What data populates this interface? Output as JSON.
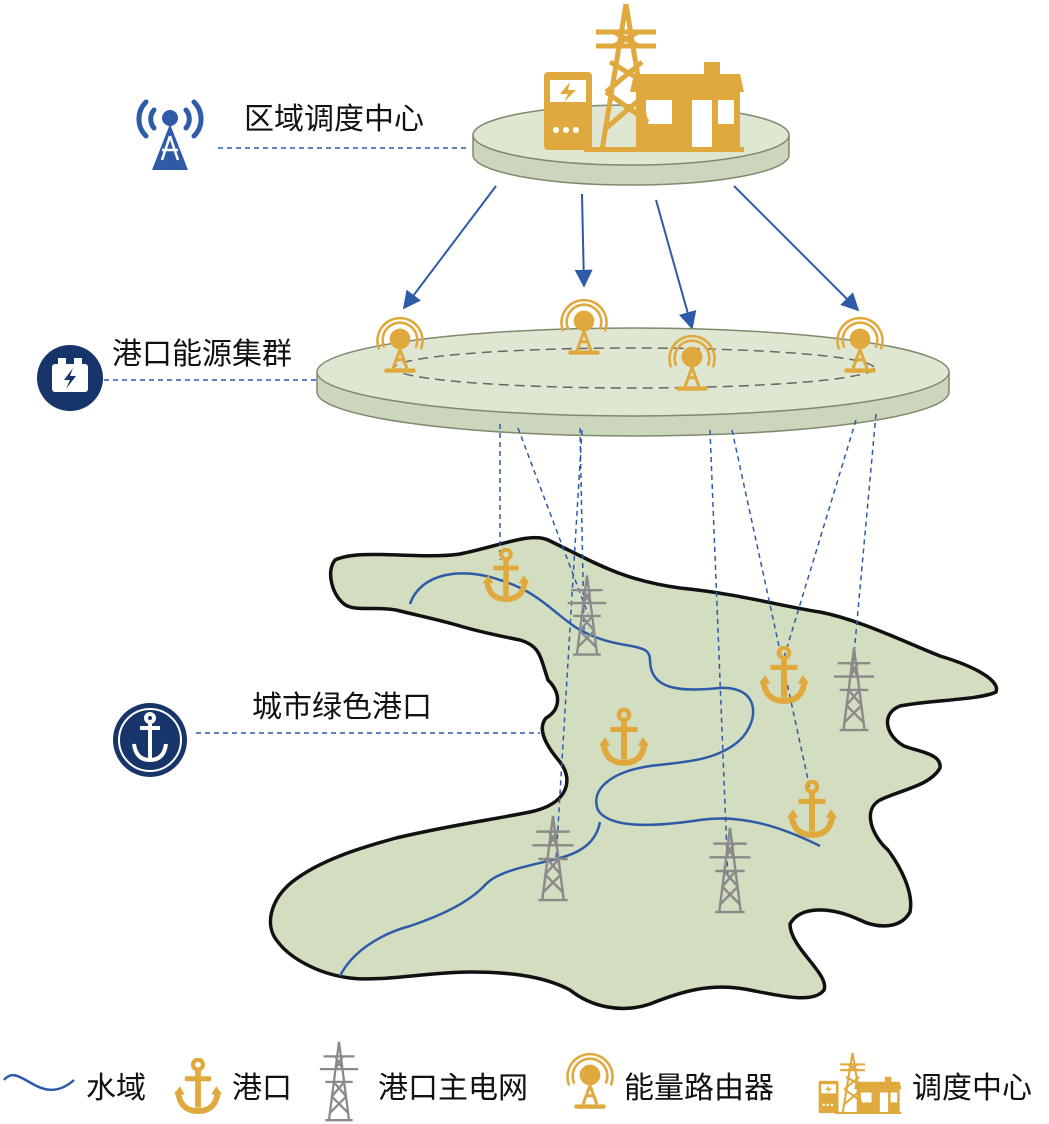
{
  "layers": {
    "center": {
      "label": "区域调度中心"
    },
    "cluster": {
      "label": "港口能源集群"
    },
    "port": {
      "label": "城市绿色港口"
    }
  },
  "legend": {
    "water": "水域",
    "port": "港口",
    "grid": "港口主电网",
    "router": "能量路由器",
    "center": "调度中心"
  },
  "colors": {
    "gold": "#e0a93e",
    "blue": "#2f5aa8",
    "navy": "#17356b",
    "land": "#d3dec0",
    "disk": "#dfe7d2",
    "gray": "#8a8a8a"
  }
}
